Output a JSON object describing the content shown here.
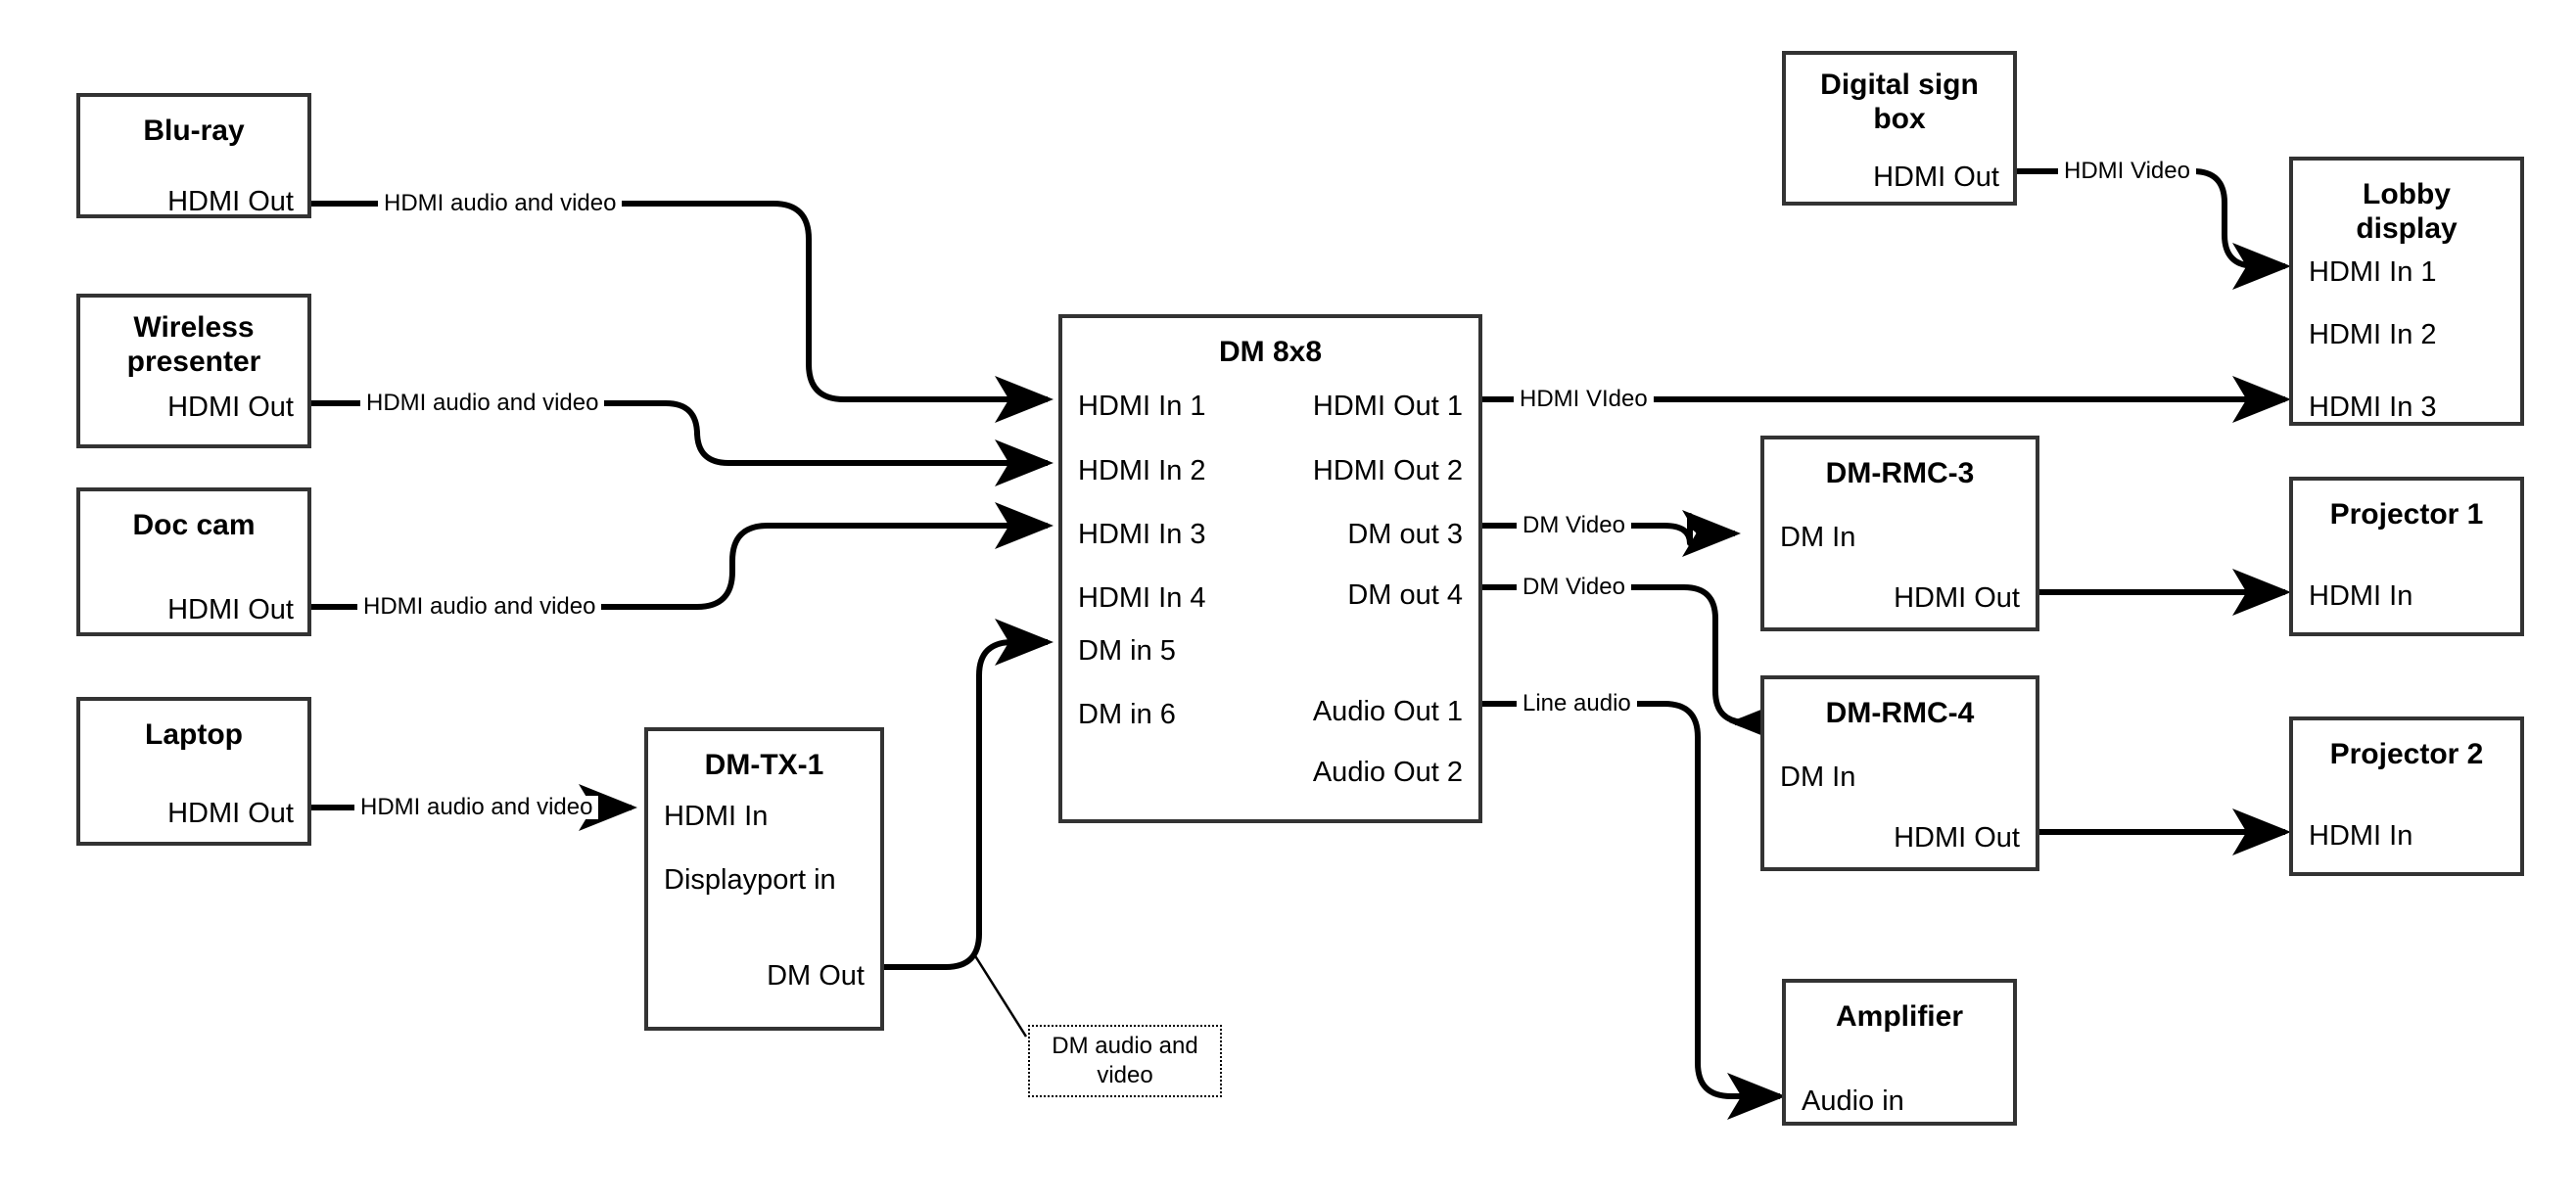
{
  "diagram": {
    "title": "AV signal flow diagram",
    "colors": {
      "box_border": "#333333",
      "wire": "#000000",
      "background": "#ffffff"
    },
    "nodes": [
      {
        "id": "blu-ray",
        "title": "Blu-ray",
        "ports_right": [
          "HDMI Out"
        ],
        "ports_left": []
      },
      {
        "id": "wireless-presenter",
        "title": "Wireless\npresenter",
        "title_line1": "Wireless",
        "title_line2": "presenter",
        "ports_right": [
          "HDMI Out"
        ],
        "ports_left": []
      },
      {
        "id": "doc-cam",
        "title": "Doc cam",
        "ports_right": [
          "HDMI Out"
        ],
        "ports_left": []
      },
      {
        "id": "laptop",
        "title": "Laptop",
        "ports_right": [
          "HDMI Out"
        ],
        "ports_left": []
      },
      {
        "id": "dm-tx-1",
        "title": "DM-TX-1",
        "ports_left": [
          "HDMI In",
          "Displayport in"
        ],
        "ports_right": [
          "DM Out"
        ]
      },
      {
        "id": "dm-8x8",
        "title": "DM 8x8",
        "ports_left": [
          "HDMI In 1",
          "HDMI In 2",
          "HDMI In 3",
          "HDMI In 4",
          "DM in 5",
          "DM in 6"
        ],
        "ports_right": [
          "HDMI Out 1",
          "HDMI Out 2",
          "DM out 3",
          "DM out 4",
          "Audio Out 1",
          "Audio Out 2"
        ]
      },
      {
        "id": "digital-sign-box",
        "title": "Digital sign\nbox",
        "title_line1": "Digital sign",
        "title_line2": "box",
        "ports_right": [
          "HDMI Out"
        ],
        "ports_left": []
      },
      {
        "id": "lobby-display",
        "title": "Lobby\ndisplay",
        "title_line1": "Lobby",
        "title_line2": "display",
        "ports_left": [
          "HDMI In 1",
          "HDMI In 2",
          "HDMI In 3"
        ],
        "ports_right": []
      },
      {
        "id": "dm-rmc-3",
        "title": "DM-RMC-3",
        "ports_left": [
          "DM In"
        ],
        "ports_right": [
          "HDMI Out"
        ]
      },
      {
        "id": "dm-rmc-4",
        "title": "DM-RMC-4",
        "ports_left": [
          "DM In"
        ],
        "ports_right": [
          "HDMI Out"
        ]
      },
      {
        "id": "projector-1",
        "title": "Projector 1",
        "ports_left": [
          "HDMI In"
        ],
        "ports_right": []
      },
      {
        "id": "projector-2",
        "title": "Projector 2",
        "ports_left": [
          "HDMI In"
        ],
        "ports_right": []
      },
      {
        "id": "amplifier",
        "title": "Amplifier",
        "ports_left": [
          "Audio in"
        ],
        "ports_right": []
      }
    ],
    "wire_labels": {
      "bluray_to_dm": "HDMI audio and video",
      "wireless_to_dm": "HDMI audio and video",
      "doccam_to_dm": "HDMI audio and video",
      "laptop_to_tx": "HDMI audio and video",
      "sign_to_lobby": "HDMI Video",
      "hdmiout1_to_lobby": "HDMI VIdeo",
      "dmout3_to_rmc3": "DM Video",
      "dmout4_to_rmc4": "DM Video",
      "audioout1_to_amp": "Line audio"
    },
    "callouts": {
      "dm_audio_video": "DM audio and video"
    },
    "connections": [
      {
        "from": "blu-ray.HDMI Out",
        "to": "dm-8x8.HDMI In 1",
        "label": "HDMI audio and video"
      },
      {
        "from": "wireless-presenter.HDMI Out",
        "to": "dm-8x8.HDMI In 2",
        "label": "HDMI audio and video"
      },
      {
        "from": "doc-cam.HDMI Out",
        "to": "dm-8x8.HDMI In 3",
        "label": "HDMI audio and video"
      },
      {
        "from": "laptop.HDMI Out",
        "to": "dm-tx-1.HDMI In",
        "label": "HDMI audio and video"
      },
      {
        "from": "dm-tx-1.DM Out",
        "to": "dm-8x8.DM in 5",
        "label": "DM audio and video"
      },
      {
        "from": "digital-sign-box.HDMI Out",
        "to": "lobby-display.HDMI In 1",
        "label": "HDMI Video"
      },
      {
        "from": "dm-8x8.HDMI Out 1",
        "to": "lobby-display.HDMI In 3",
        "label": "HDMI VIdeo"
      },
      {
        "from": "dm-8x8.DM out 3",
        "to": "dm-rmc-3.DM In",
        "label": "DM Video"
      },
      {
        "from": "dm-8x8.DM out 4",
        "to": "dm-rmc-4.DM In",
        "label": "DM Video"
      },
      {
        "from": "dm-8x8.Audio Out 1",
        "to": "amplifier.Audio in",
        "label": "Line audio"
      },
      {
        "from": "dm-rmc-3.HDMI Out",
        "to": "projector-1.HDMI In",
        "label": ""
      },
      {
        "from": "dm-rmc-4.HDMI Out",
        "to": "projector-2.HDMI In",
        "label": ""
      }
    ]
  }
}
